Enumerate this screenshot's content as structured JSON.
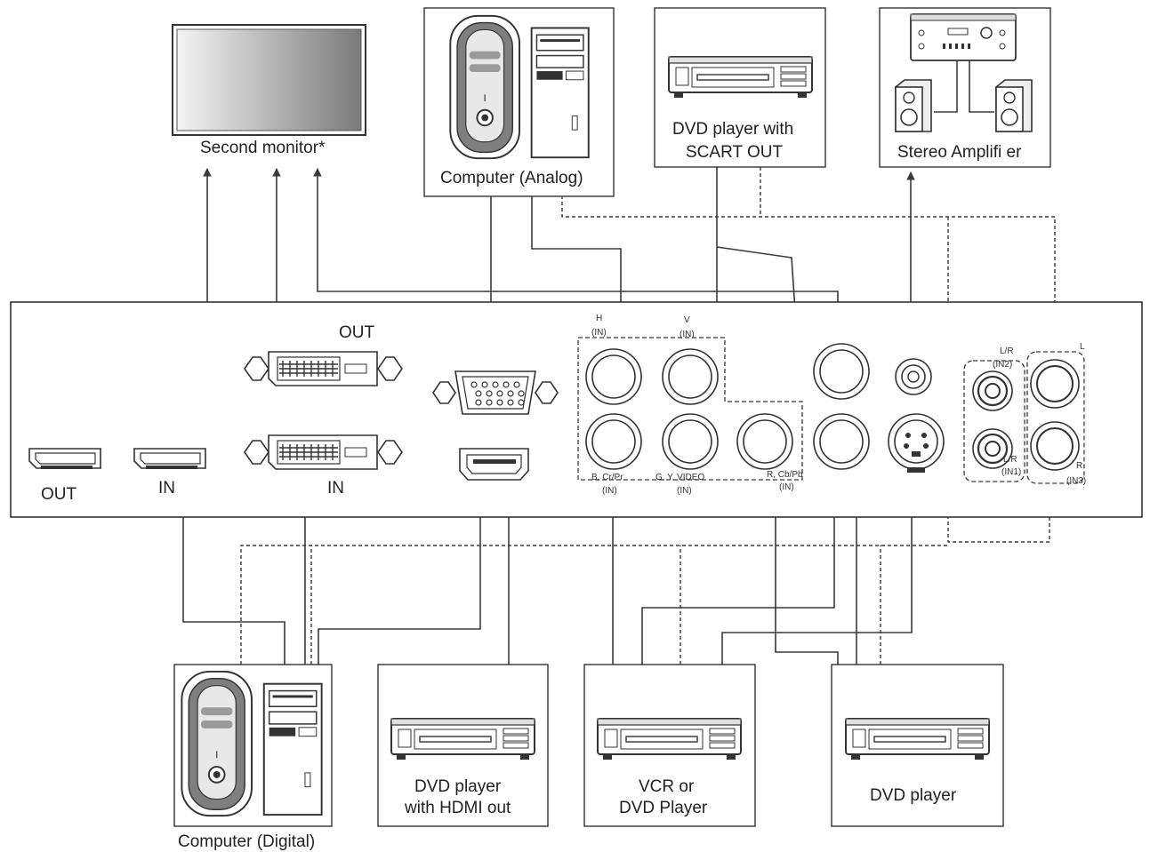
{
  "colors": {
    "line": "#3a3a3a",
    "panel_stroke": "#333333",
    "background": "#ffffff"
  },
  "devices": {
    "second_monitor": "Second monitor*",
    "computer_analog": "Computer (Analog)",
    "dvd_scart": [
      "DVD player with",
      "SCART OUT"
    ],
    "stereo_amp": "Stereo Amplifi er",
    "computer_digital": "Computer (Digital)",
    "dvd_hdmi": [
      "DVD player",
      "with HDMI out"
    ],
    "vcr_dvd": [
      "VCR or",
      "DVD Player"
    ],
    "dvd_player": "DVD player"
  },
  "panel_labels": {
    "dp_out": "OUT",
    "dp_in": "IN",
    "dvi_out": "OUT",
    "dvi_in": "IN",
    "h_in": [
      "H",
      "(IN)"
    ],
    "v_in": [
      "V",
      "(IN)"
    ],
    "b_cr_pr": [
      "B, Cr/Pr",
      "(IN)"
    ],
    "g_y_video": [
      "G, Y, VIDEO",
      "(IN)"
    ],
    "r_cb_pb": [
      "R, Cb/Pb",
      "(IN)"
    ],
    "lr_in2": [
      "L/R",
      "(IN2)"
    ],
    "lr_in1": [
      "L/R",
      "(IN1)"
    ],
    "l_label": "L",
    "r_in3": [
      "R",
      "(IN3)"
    ]
  }
}
